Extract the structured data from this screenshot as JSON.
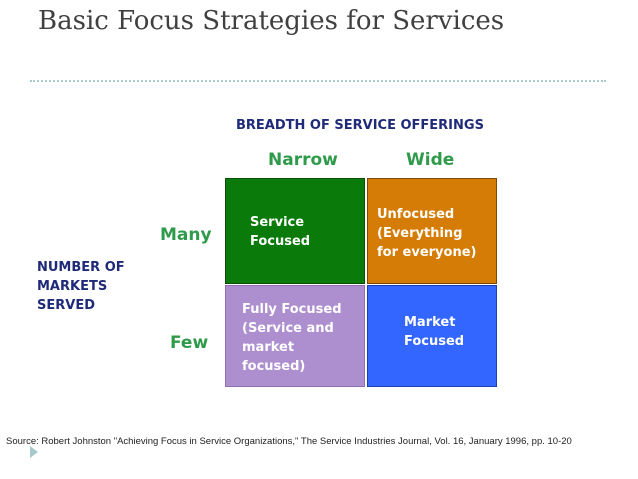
{
  "title": "Basic Focus Strategies for Services",
  "breadth_label": "BREADTH OF SERVICE OFFERINGS",
  "columns": [
    "Narrow",
    "Wide"
  ],
  "rows": [
    "Many",
    "Few"
  ],
  "markets_label": [
    "NUMBER OF",
    "MARKETS",
    "SERVED"
  ],
  "cells": {
    "many_narrow": [
      "Service",
      "Focused"
    ],
    "many_wide": [
      "Unfocused",
      "(Everything",
      "for everyone)"
    ],
    "few_narrow": [
      "Fully Focused",
      "(Service and",
      "market",
      "focused)"
    ],
    "few_wide": [
      "Market",
      "Focused"
    ]
  },
  "colors": {
    "many_narrow": "#0a7a0a",
    "many_wide": "#d47c06",
    "few_narrow": "#ad8fcf",
    "few_wide": "#3366ff",
    "header_green": "#2f9a4a",
    "header_navy": "#1f2a78"
  },
  "source": "Source: Robert Johnston \"Achieving Focus in Service Organizations,\" The Service Industries Journal, Vol. 16, January 1996, pp. 10-20"
}
